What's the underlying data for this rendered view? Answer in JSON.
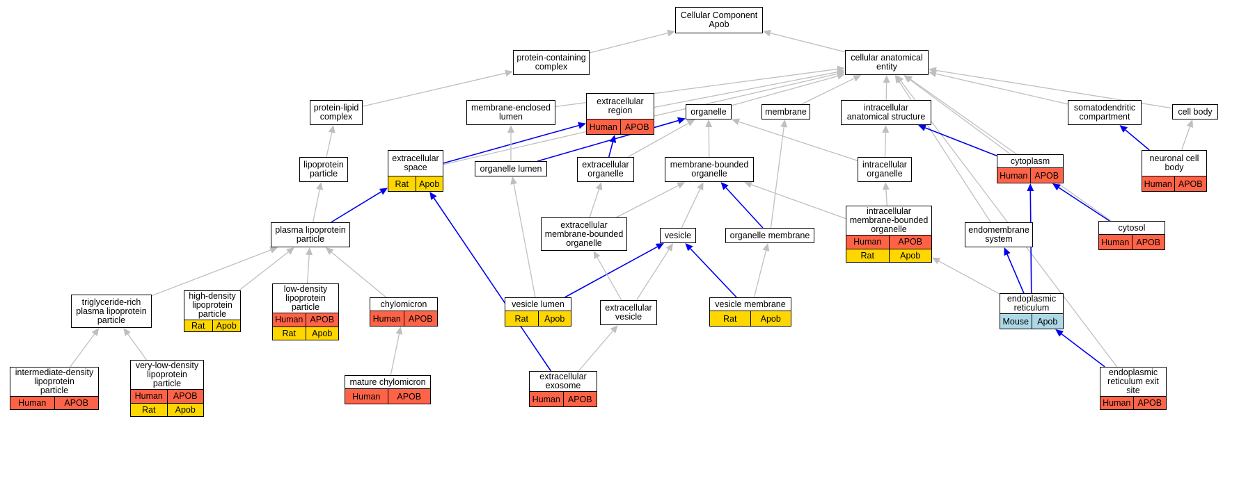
{
  "colors": {
    "Human": "#ff6347",
    "Rat": "#ffd700",
    "Mouse": "#add8e6",
    "gray_edge": "#bfbfbf",
    "blue_edge": "#0000ee"
  },
  "nodes": [
    {
      "id": "cc_apob",
      "label": "Cellular Component\nApob",
      "rows": []
    },
    {
      "id": "protein_complex",
      "label": "protein-containing\ncomplex",
      "rows": []
    },
    {
      "id": "cell_anat",
      "label": "cellular anatomical\nentity",
      "rows": []
    },
    {
      "id": "protein_lipid",
      "label": "protein-lipid\ncomplex",
      "rows": []
    },
    {
      "id": "membrane_lumen",
      "label": "membrane-enclosed\nlumen",
      "rows": []
    },
    {
      "id": "extracellular_region",
      "label": "extracellular\nregion",
      "rows": [
        [
          "Human",
          "APOB"
        ]
      ]
    },
    {
      "id": "organelle",
      "label": "organelle",
      "rows": []
    },
    {
      "id": "membrane",
      "label": "membrane",
      "rows": []
    },
    {
      "id": "intracellular_anat",
      "label": "intracellular\nanatomical structure",
      "rows": []
    },
    {
      "id": "somatodendritic",
      "label": "somatodendritic\ncompartment",
      "rows": []
    },
    {
      "id": "cell_body",
      "label": "cell body",
      "rows": []
    },
    {
      "id": "lipoprotein_particle",
      "label": "lipoprotein\nparticle",
      "rows": []
    },
    {
      "id": "extracellular_space",
      "label": "extracellular\nspace",
      "rows": [
        [
          "Rat",
          "Apob"
        ]
      ]
    },
    {
      "id": "organelle_lumen",
      "label": "organelle lumen",
      "rows": []
    },
    {
      "id": "extracellular_organelle",
      "label": "extracellular\norganelle",
      "rows": []
    },
    {
      "id": "membrane_bounded_organelle",
      "label": "membrane-bounded\norganelle",
      "rows": []
    },
    {
      "id": "intracellular_organelle",
      "label": "intracellular\norganelle",
      "rows": []
    },
    {
      "id": "cytoplasm",
      "label": "cytoplasm",
      "rows": [
        [
          "Human",
          "APOB"
        ]
      ]
    },
    {
      "id": "neuronal_cell_body",
      "label": "neuronal cell\nbody",
      "rows": [
        [
          "Human",
          "APOB"
        ]
      ]
    },
    {
      "id": "plasma_lipoprotein",
      "label": "plasma lipoprotein\nparticle",
      "rows": []
    },
    {
      "id": "ec_membrane_bounded",
      "label": "extracellular\nmembrane-bounded\norganelle",
      "rows": []
    },
    {
      "id": "vesicle",
      "label": "vesicle",
      "rows": []
    },
    {
      "id": "organelle_membrane",
      "label": "organelle membrane",
      "rows": []
    },
    {
      "id": "ic_membrane_bounded",
      "label": "intracellular\nmembrane-bounded\norganelle",
      "rows": [
        [
          "Human",
          "APOB"
        ],
        [
          "Rat",
          "Apob"
        ]
      ]
    },
    {
      "id": "endomembrane",
      "label": "endomembrane\nsystem",
      "rows": []
    },
    {
      "id": "cytosol",
      "label": "cytosol",
      "rows": [
        [
          "Human",
          "APOB"
        ]
      ]
    },
    {
      "id": "trig_rich",
      "label": "triglyceride-rich\nplasma lipoprotein\nparticle",
      "rows": []
    },
    {
      "id": "hdl",
      "label": "high-density\nlipoprotein\nparticle",
      "rows": [
        [
          "Rat",
          "Apob"
        ]
      ]
    },
    {
      "id": "ldl",
      "label": "low-density\nlipoprotein\nparticle",
      "rows": [
        [
          "Human",
          "APOB"
        ],
        [
          "Rat",
          "Apob"
        ]
      ]
    },
    {
      "id": "chylomicron",
      "label": "chylomicron",
      "rows": [
        [
          "Human",
          "APOB"
        ]
      ]
    },
    {
      "id": "vesicle_lumen",
      "label": "vesicle lumen",
      "rows": [
        [
          "Rat",
          "Apob"
        ]
      ]
    },
    {
      "id": "extracellular_vesicle",
      "label": "extracellular\nvesicle",
      "rows": []
    },
    {
      "id": "vesicle_membrane",
      "label": "vesicle membrane",
      "rows": [
        [
          "Rat",
          "Apob"
        ]
      ]
    },
    {
      "id": "er",
      "label": "endoplasmic\nreticulum",
      "rows": [
        [
          "Mouse",
          "Apob"
        ]
      ]
    },
    {
      "id": "idl",
      "label": "intermediate-density\nlipoprotein\nparticle",
      "rows": [
        [
          "Human",
          "APOB"
        ]
      ]
    },
    {
      "id": "vldl",
      "label": "very-low-density\nlipoprotein\nparticle",
      "rows": [
        [
          "Human",
          "APOB"
        ],
        [
          "Rat",
          "Apob"
        ]
      ]
    },
    {
      "id": "mature_chylomicron",
      "label": "mature chylomicron",
      "rows": [
        [
          "Human",
          "APOB"
        ]
      ]
    },
    {
      "id": "extracellular_exosome",
      "label": "extracellular\nexosome",
      "rows": [
        [
          "Human",
          "APOB"
        ]
      ]
    },
    {
      "id": "er_exit_site",
      "label": "endoplasmic\nreticulum exit\nsite",
      "rows": [
        [
          "Human",
          "APOB"
        ]
      ]
    }
  ],
  "edges": [
    {
      "from": "protein_complex",
      "to": "cc_apob",
      "type": "is_a"
    },
    {
      "from": "cell_anat",
      "to": "cc_apob",
      "type": "is_a"
    },
    {
      "from": "protein_lipid",
      "to": "protein_complex",
      "type": "is_a"
    },
    {
      "from": "membrane_lumen",
      "to": "cell_anat",
      "type": "is_a"
    },
    {
      "from": "extracellular_region",
      "to": "cell_anat",
      "type": "is_a"
    },
    {
      "from": "organelle",
      "to": "cell_anat",
      "type": "is_a"
    },
    {
      "from": "membrane",
      "to": "cell_anat",
      "type": "is_a"
    },
    {
      "from": "intracellular_anat",
      "to": "cell_anat",
      "type": "is_a"
    },
    {
      "from": "somatodendritic",
      "to": "cell_anat",
      "type": "is_a"
    },
    {
      "from": "cell_body",
      "to": "cell_anat",
      "type": "is_a"
    },
    {
      "from": "extracellular_space",
      "to": "cell_anat",
      "type": "is_a"
    },
    {
      "from": "cytoplasm",
      "to": "cell_anat",
      "type": "is_a"
    },
    {
      "from": "endomembrane",
      "to": "cell_anat",
      "type": "is_a"
    },
    {
      "from": "cytosol",
      "to": "cell_anat",
      "type": "is_a"
    },
    {
      "from": "er_exit_site",
      "to": "cell_anat",
      "type": "is_a"
    },
    {
      "from": "lipoprotein_particle",
      "to": "protein_lipid",
      "type": "is_a"
    },
    {
      "from": "extracellular_space",
      "to": "extracellular_region",
      "type": "part_of"
    },
    {
      "from": "extracellular_organelle",
      "to": "extracellular_region",
      "type": "part_of"
    },
    {
      "from": "organelle_lumen",
      "to": "membrane_lumen",
      "type": "is_a"
    },
    {
      "from": "organelle_lumen",
      "to": "organelle",
      "type": "part_of"
    },
    {
      "from": "extracellular_organelle",
      "to": "organelle",
      "type": "is_a"
    },
    {
      "from": "membrane_bounded_organelle",
      "to": "organelle",
      "type": "is_a"
    },
    {
      "from": "intracellular_organelle",
      "to": "organelle",
      "type": "is_a"
    },
    {
      "from": "intracellular_organelle",
      "to": "intracellular_anat",
      "type": "is_a"
    },
    {
      "from": "organelle_membrane",
      "to": "membrane",
      "type": "is_a"
    },
    {
      "from": "cytoplasm",
      "to": "intracellular_anat",
      "type": "part_of"
    },
    {
      "from": "neuronal_cell_body",
      "to": "somatodendritic",
      "type": "part_of"
    },
    {
      "from": "neuronal_cell_body",
      "to": "cell_body",
      "type": "is_a"
    },
    {
      "from": "plasma_lipoprotein",
      "to": "lipoprotein_particle",
      "type": "is_a"
    },
    {
      "from": "plasma_lipoprotein",
      "to": "extracellular_space",
      "type": "part_of"
    },
    {
      "from": "ec_membrane_bounded",
      "to": "extracellular_organelle",
      "type": "is_a"
    },
    {
      "from": "ec_membrane_bounded",
      "to": "membrane_bounded_organelle",
      "type": "is_a"
    },
    {
      "from": "vesicle",
      "to": "membrane_bounded_organelle",
      "type": "is_a"
    },
    {
      "from": "organelle_membrane",
      "to": "membrane_bounded_organelle",
      "type": "part_of"
    },
    {
      "from": "ic_membrane_bounded",
      "to": "membrane_bounded_organelle",
      "type": "is_a"
    },
    {
      "from": "ic_membrane_bounded",
      "to": "intracellular_organelle",
      "type": "is_a"
    },
    {
      "from": "cytosol",
      "to": "cytoplasm",
      "type": "part_of"
    },
    {
      "from": "er",
      "to": "cytoplasm",
      "type": "part_of"
    },
    {
      "from": "er",
      "to": "endomembrane",
      "type": "part_of"
    },
    {
      "from": "er",
      "to": "ic_membrane_bounded",
      "type": "is_a"
    },
    {
      "from": "trig_rich",
      "to": "plasma_lipoprotein",
      "type": "is_a"
    },
    {
      "from": "hdl",
      "to": "plasma_lipoprotein",
      "type": "is_a"
    },
    {
      "from": "ldl",
      "to": "plasma_lipoprotein",
      "type": "is_a"
    },
    {
      "from": "chylomicron",
      "to": "plasma_lipoprotein",
      "type": "is_a"
    },
    {
      "from": "vesicle_lumen",
      "to": "organelle_lumen",
      "type": "is_a"
    },
    {
      "from": "vesicle_lumen",
      "to": "vesicle",
      "type": "part_of"
    },
    {
      "from": "extracellular_vesicle",
      "to": "ec_membrane_bounded",
      "type": "is_a"
    },
    {
      "from": "extracellular_vesicle",
      "to": "vesicle",
      "type": "is_a"
    },
    {
      "from": "vesicle_membrane",
      "to": "organelle_membrane",
      "type": "is_a"
    },
    {
      "from": "vesicle_membrane",
      "to": "vesicle",
      "type": "part_of"
    },
    {
      "from": "idl",
      "to": "trig_rich",
      "type": "is_a"
    },
    {
      "from": "vldl",
      "to": "trig_rich",
      "type": "is_a"
    },
    {
      "from": "mature_chylomicron",
      "to": "chylomicron",
      "type": "is_a"
    },
    {
      "from": "extracellular_exosome",
      "to": "extracellular_vesicle",
      "type": "is_a"
    },
    {
      "from": "extracellular_exosome",
      "to": "extracellular_space",
      "type": "part_of"
    },
    {
      "from": "er_exit_site",
      "to": "er",
      "type": "part_of"
    }
  ]
}
